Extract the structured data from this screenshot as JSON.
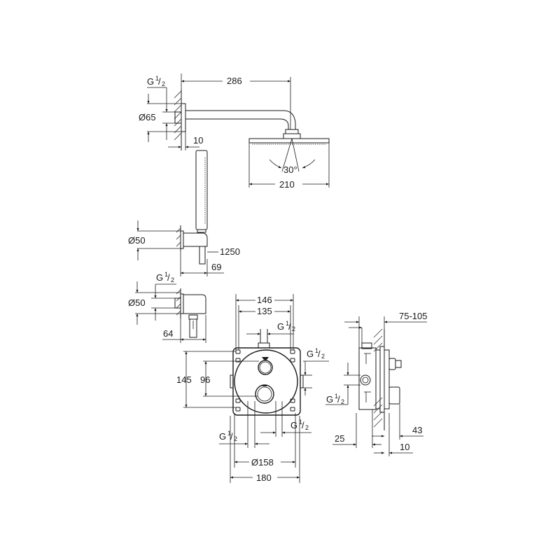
{
  "drawing": {
    "overhead_shower": {
      "arm_length": "286",
      "connection_thread": "G",
      "connection_thread_fraction_num": "1",
      "connection_thread_fraction_den": "2",
      "flange_diameter": "Ø65",
      "flange_depth": "10",
      "head_width": "210",
      "tilt_angle": "30°"
    },
    "hand_shower_holder": {
      "flange_diameter": "Ø50",
      "hose_length": "1250",
      "projection": "69"
    },
    "wall_outlet_elbow": {
      "connection_thread": "G",
      "connection_thread_fraction_num": "1",
      "connection_thread_fraction_den": "2",
      "flange_diameter": "Ø50",
      "projection": "64"
    },
    "thermostat_front": {
      "box_width_outer": "146",
      "box_width_inner": "135",
      "top_outlet_thread": "G",
      "top_outlet_fraction_num": "1",
      "top_outlet_fraction_den": "2",
      "side_outlet_thread": "G",
      "side_outlet_fraction_num": "1",
      "side_outlet_fraction_den": "2",
      "height_outer": "145",
      "height_inner": "96",
      "bottom_left_thread": "G",
      "bottom_left_fraction_num": "1",
      "bottom_left_fraction_den": "2",
      "bottom_right_thread": "G",
      "bottom_right_fraction_num": "1",
      "bottom_right_fraction_den": "2",
      "plate_diameter": "Ø158",
      "plate_width": "180"
    },
    "thermostat_side": {
      "wall_depth_range": "75-105",
      "inlet_thread": "G",
      "inlet_fraction_num": "1",
      "inlet_fraction_den": "2",
      "rear_depth": "25",
      "knob_projection": "43",
      "plate_thickness": "10"
    }
  }
}
